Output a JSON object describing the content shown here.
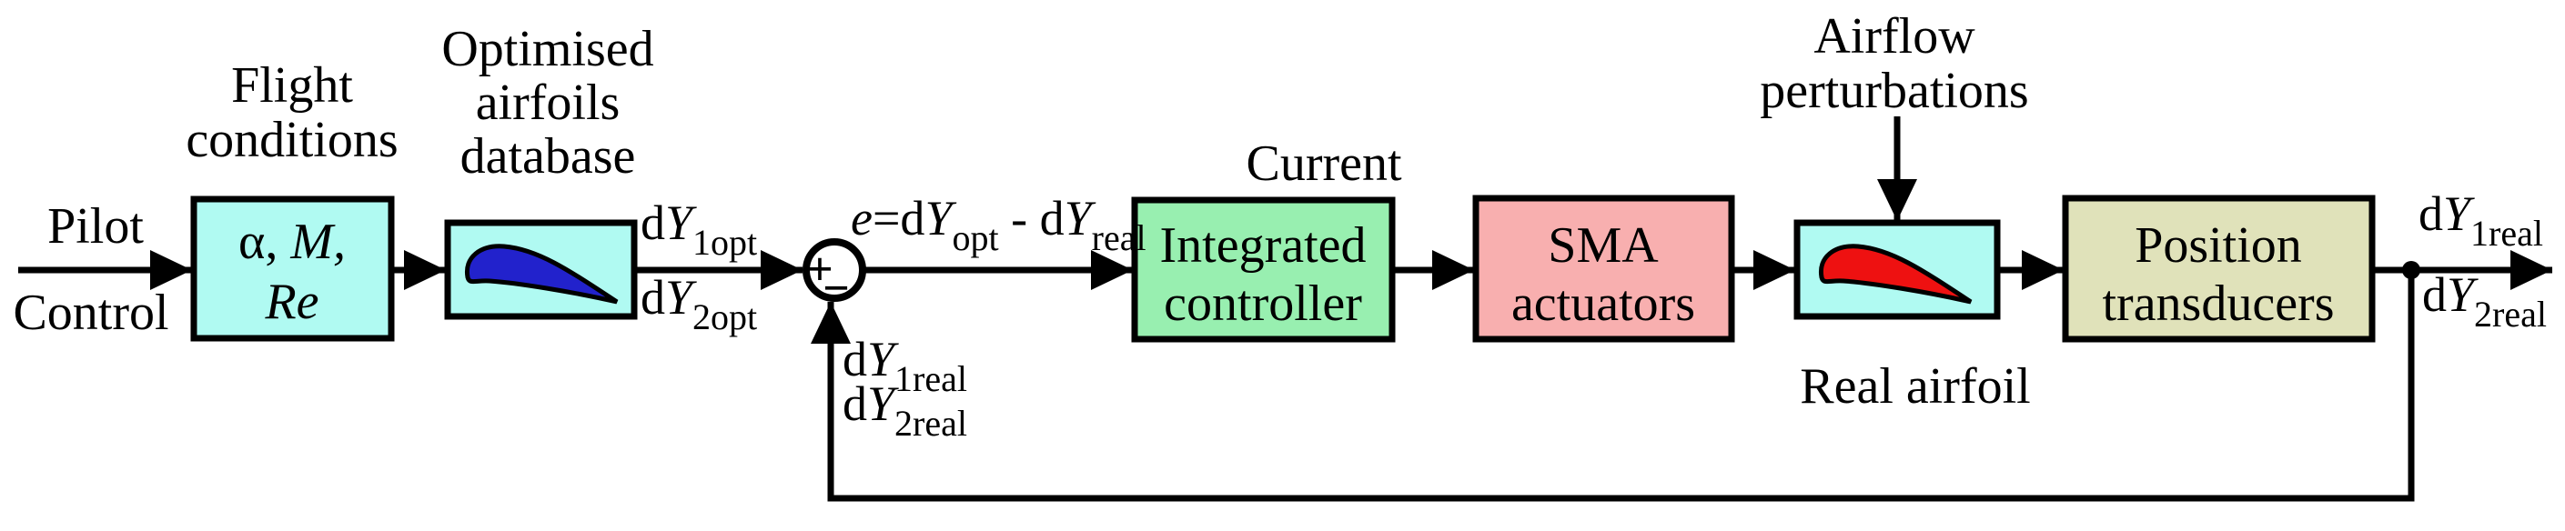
{
  "colors": {
    "cyan_fill": "#B0FAF2",
    "green_fill": "#98EFB0",
    "pink_fill": "#F8AFAF",
    "khaki_fill": "#E0E2BA",
    "blue_airfoil": "#2222CC",
    "red_airfoil": "#EE1111",
    "line": "#000000",
    "background": "#FFFFFF"
  },
  "input_label": {
    "line1": "Pilot",
    "line2": "Control"
  },
  "flight_conditions_label": {
    "line1": "Flight",
    "line2": "conditions"
  },
  "flight_box": {
    "alpha": "α, ",
    "m": "M,",
    "re": "Re"
  },
  "database_label": {
    "line1": "Optimised",
    "line2": "airfoils",
    "line3": "database"
  },
  "controller_box": {
    "line1": "Integrated",
    "line2": "controller"
  },
  "current_label": "Current",
  "sma_box": {
    "line1": "SMA",
    "line2": "actuators"
  },
  "airflow_label": {
    "line1": "Airflow",
    "line2": "perturbations"
  },
  "real_airfoil_label": "Real airfoil",
  "transducer_box": {
    "line1": "Position",
    "line2": "transducers"
  },
  "summing_junction": {
    "plus": "+",
    "minus": "−"
  },
  "signals": {
    "dy1opt": {
      "d": "d",
      "var": "Y",
      "sub": "1opt"
    },
    "dy2opt": {
      "d": "d",
      "var": "Y",
      "sub": "2opt"
    },
    "dy1real_out": {
      "d": "d",
      "var": "Y",
      "sub": "1real"
    },
    "dy2real_out": {
      "d": "d",
      "var": "Y",
      "sub": "2real"
    },
    "dy1real_fb": {
      "d": "d",
      "var": "Y",
      "sub": "1real"
    },
    "dy2real_fb": {
      "d": "d",
      "var": "Y",
      "sub": "2real"
    }
  },
  "equation": {
    "e": "e",
    "eq": "=d",
    "var1": "Y",
    "sub1": "opt",
    "minus": " - d",
    "var2": "Y",
    "sub2": "real"
  }
}
